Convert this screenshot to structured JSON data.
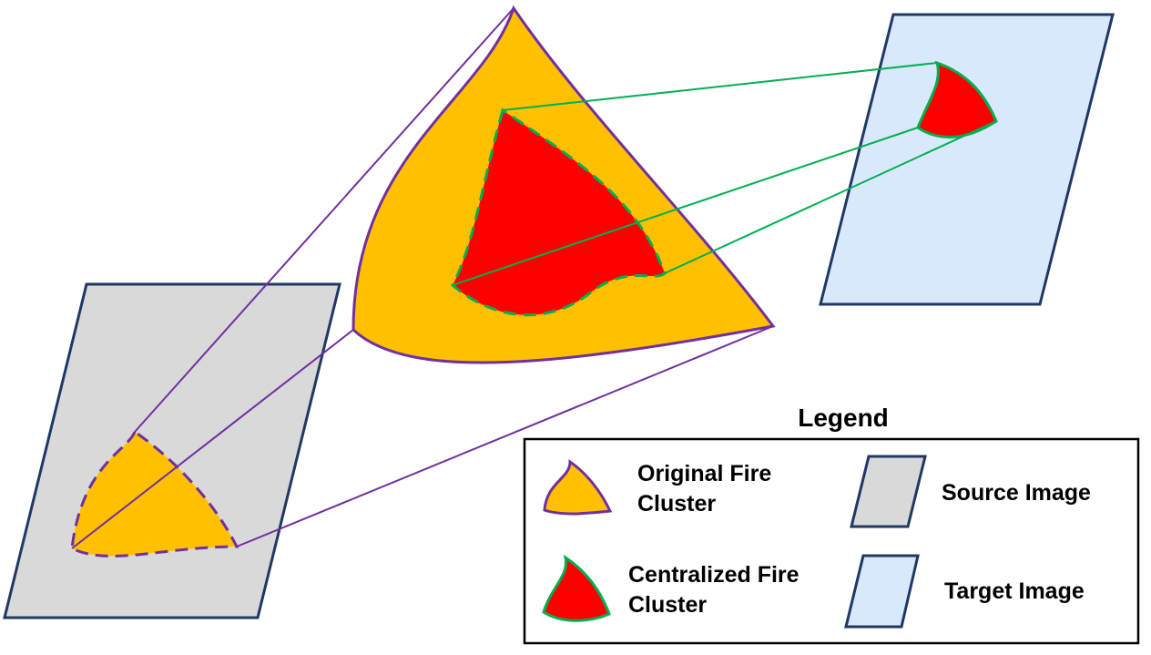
{
  "legend": {
    "title": "Legend",
    "original_fire_cluster": [
      "Original Fire",
      "Cluster"
    ],
    "centralized_fire_cluster": [
      "Centralized Fire",
      "Cluster"
    ],
    "source_image": "Source Image",
    "target_image": "Target Image"
  },
  "colors": {
    "source_fill": "#d9d9d9",
    "target_fill": "#dae8fc",
    "frame_stroke": "#1f3864",
    "original_fill": "#ffc000",
    "original_stroke": "#7030a0",
    "centralized_fill": "#ff0000",
    "centralized_stroke": "#00b050"
  }
}
